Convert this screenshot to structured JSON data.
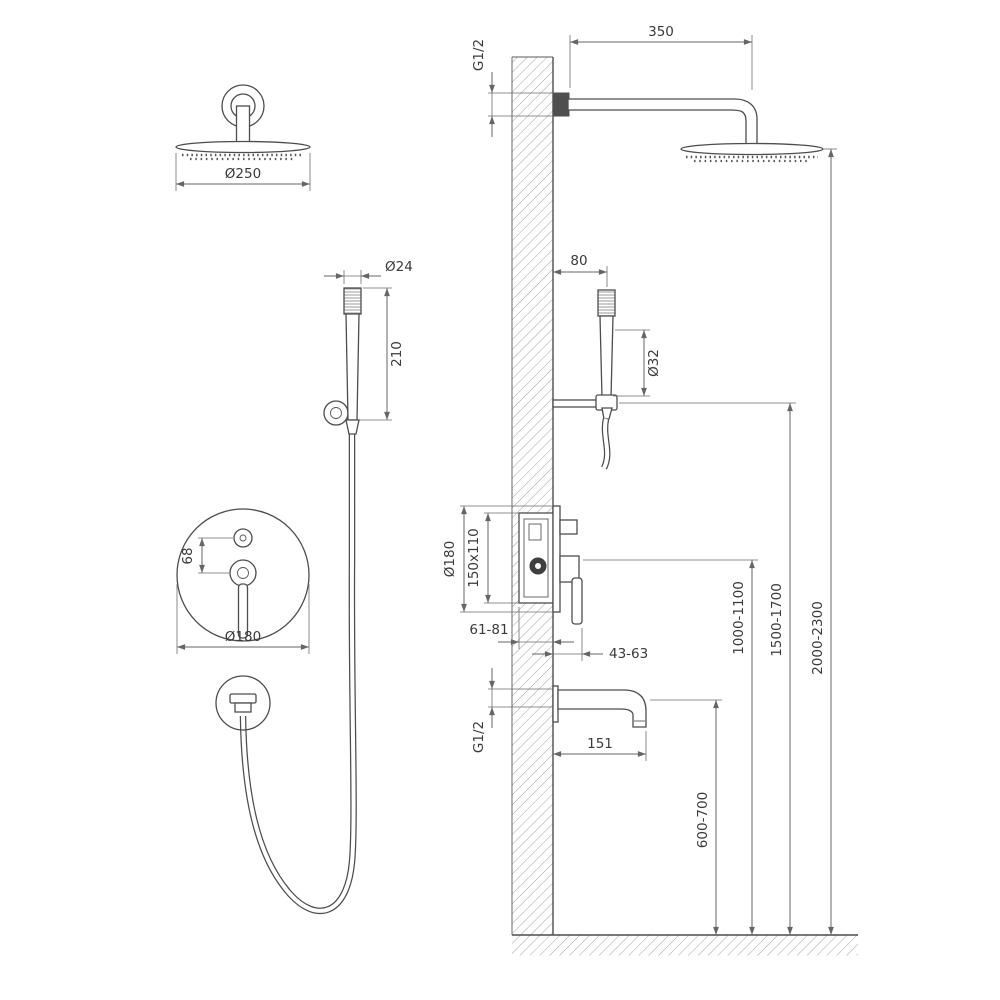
{
  "page": {
    "title": "",
    "background": "#ffffff"
  },
  "colors": {
    "line": "#4d4d4d",
    "dimension": "#666666",
    "text": "#3a3a3a",
    "hatch": "#9a9a9a",
    "flange": "#4f4f4f"
  },
  "front_view": {
    "head_shower": {
      "diameter": "Ø250"
    },
    "hand_shower": {
      "diameter": "Ø24",
      "length": "210"
    },
    "mixer": {
      "handle_spacing": "68",
      "plate_diameter": "Ø180"
    }
  },
  "installation_view": {
    "shower_arm": {
      "length": "350",
      "thread": "G1/2"
    },
    "head_shower": {
      "height_range": "2000-2300"
    },
    "hand_shower": {
      "wall_offset": "80",
      "bracket_diameter": "Ø32",
      "height_range": "1500-1700"
    },
    "mixer": {
      "plate_diameter": "Ø180",
      "box_size": "150x110",
      "recess_depth_range": "61-81",
      "handle_depth_range": "43-63",
      "height_range": "1000-1100"
    },
    "spout": {
      "thread": "G1/2",
      "reach": "151",
      "height_range": "600-700"
    }
  }
}
